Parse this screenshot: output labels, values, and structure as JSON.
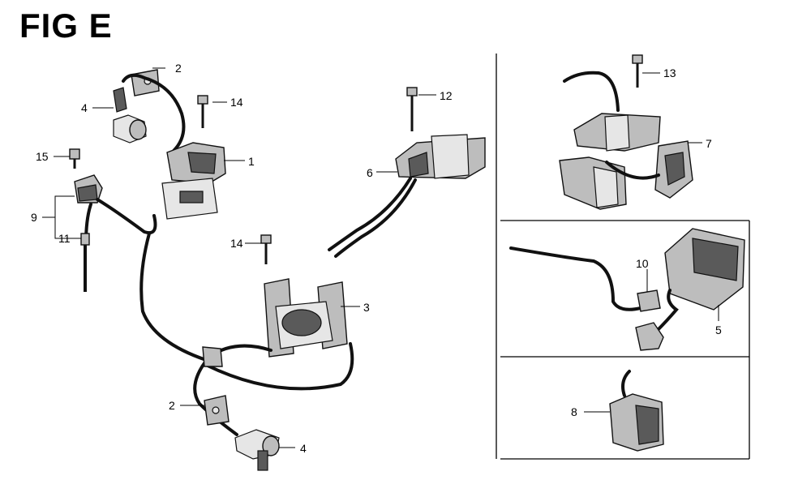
{
  "title": "FIG E",
  "callouts": {
    "c1": "1",
    "c2a": "2",
    "c2b": "2",
    "c3": "3",
    "c4a": "4",
    "c4b": "4",
    "c5": "5",
    "c6": "6",
    "c7": "7",
    "c8": "8",
    "c9": "9",
    "c10": "10",
    "c11": "11",
    "c12": "12",
    "c13": "13",
    "c14a": "14",
    "c14b": "14",
    "c15": "15"
  }
}
